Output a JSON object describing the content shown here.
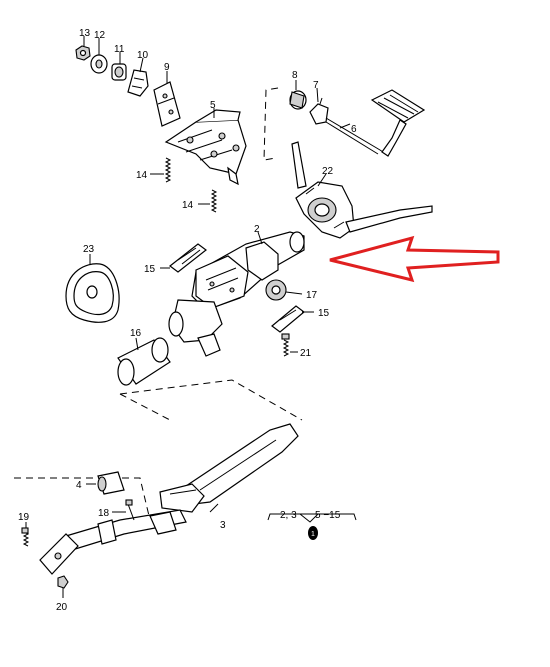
{
  "callouts": {
    "p13": "13",
    "p12": "12",
    "p11": "11",
    "p10": "10",
    "p9": "9",
    "p5": "5",
    "p8": "8",
    "p7": "7",
    "p6": "6",
    "p14a": "14",
    "p14b": "14",
    "p22": "22",
    "p2": "2",
    "p23": "23",
    "p15a": "15",
    "p17": "17",
    "p15b": "15",
    "p16": "16",
    "p21": "21",
    "p4": "4",
    "p18": "18",
    "p3": "3",
    "p19": "19",
    "p20": "20"
  },
  "note": {
    "left_label": "2, 3",
    "right_label": "5 −15",
    "symbol": "1"
  },
  "arrow_color": "#e02020"
}
